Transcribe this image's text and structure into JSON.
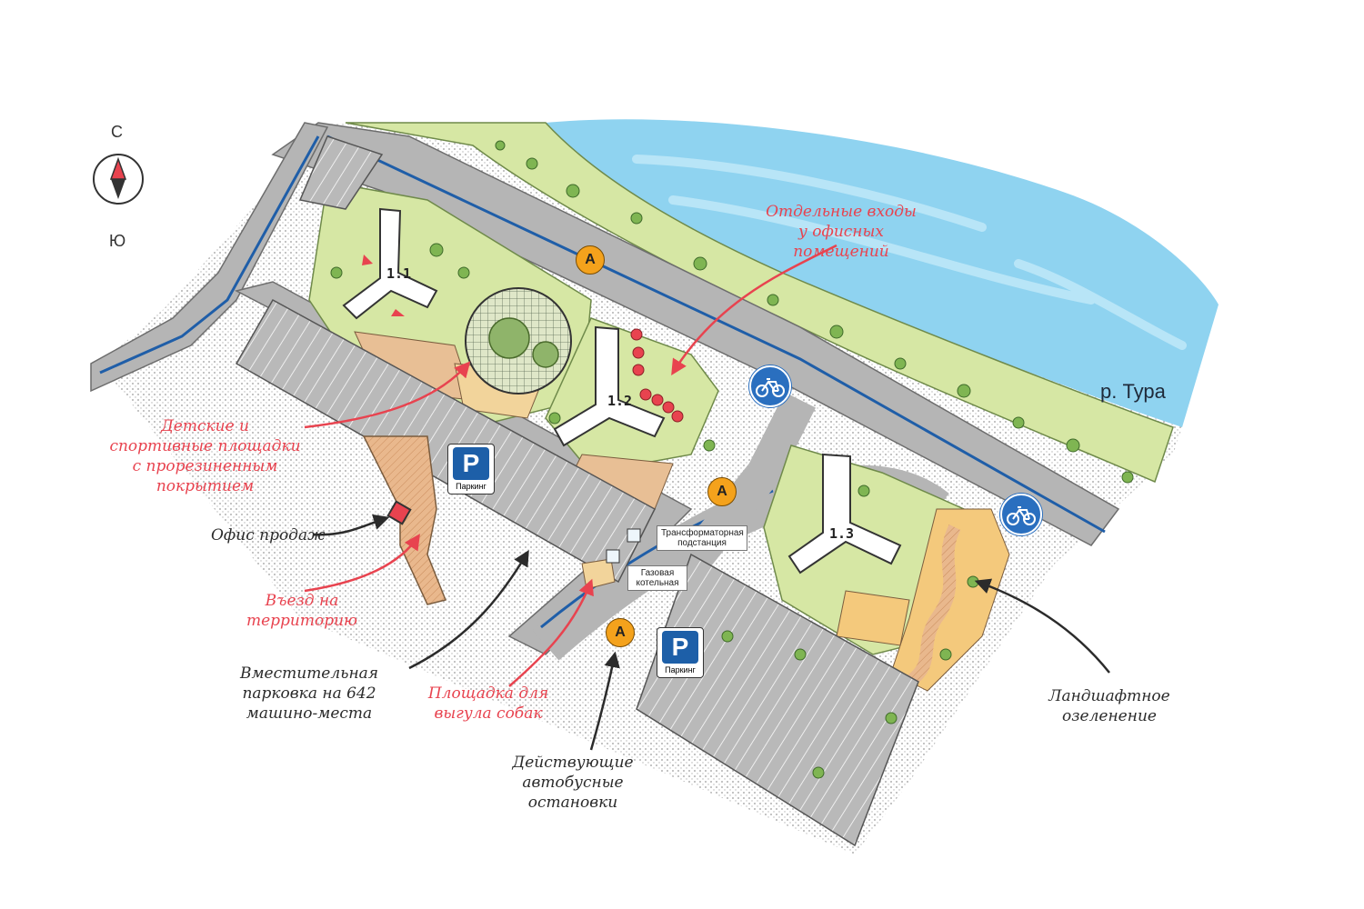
{
  "compass": {
    "north": "С",
    "south": "Ю"
  },
  "river": {
    "label": "р. Тура"
  },
  "buildings": [
    {
      "label": "1.1"
    },
    {
      "label": "1.2"
    },
    {
      "label": "1.3"
    }
  ],
  "signs": {
    "bus_stop": "А",
    "parking_letter": "P",
    "parking_caption": "Паркинг"
  },
  "facilities": {
    "transformer": "Трансформаторная подстанция",
    "boiler": "Газовая котельная"
  },
  "callouts": {
    "office_entrances": "Отдельные входы у офисных помещений",
    "playgrounds": "Детские и спортивные площадки с прорезиненным покрытием",
    "sales_office": "Офис продаж",
    "entry": "Въезд на территорию",
    "parking": "Вместительная парковка на 642 машино-места",
    "dog_area": "Площадка для выгула собак",
    "bus_stops": "Действующие автобусные остановки",
    "landscaping": "Ландшафтное озеленение"
  },
  "colors": {
    "river": "#8fd3f0",
    "road": "#b5b5b5",
    "lawn": "#d6e7a4",
    "playground": "#e8bf95",
    "bus_stop": "#f4a21c",
    "parking_sign": "#1d5fa8",
    "bike_sign": "#2a6fbf",
    "accent_red": "#e8434f"
  }
}
